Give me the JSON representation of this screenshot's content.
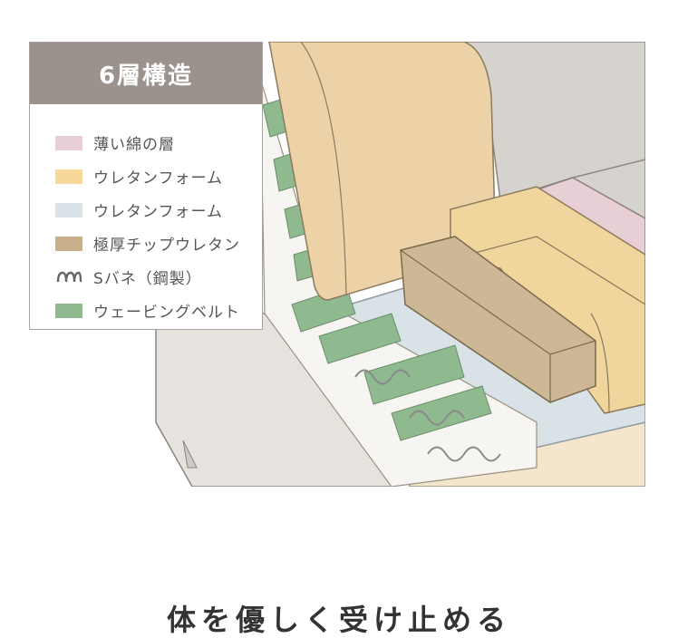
{
  "legend": {
    "title": "6層構造",
    "items": [
      {
        "label": "薄い綿の層",
        "color": "#e8cfd5",
        "icon": "swatch"
      },
      {
        "label": "ウレタンフォーム",
        "color": "#f5d89a",
        "icon": "swatch"
      },
      {
        "label": "ウレタンフォーム",
        "color": "#d9e2e6",
        "icon": "swatch"
      },
      {
        "label": "極厚チップウレタン",
        "color": "#c8b08c",
        "icon": "swatch"
      },
      {
        "label": "Sバネ（鋼製）",
        "color": "#666666",
        "icon": "spring-icon"
      },
      {
        "label": "ウェービングベルト",
        "color": "#8fba8f",
        "icon": "swatch"
      }
    ]
  },
  "heading": "体を優しく受け止める"
}
